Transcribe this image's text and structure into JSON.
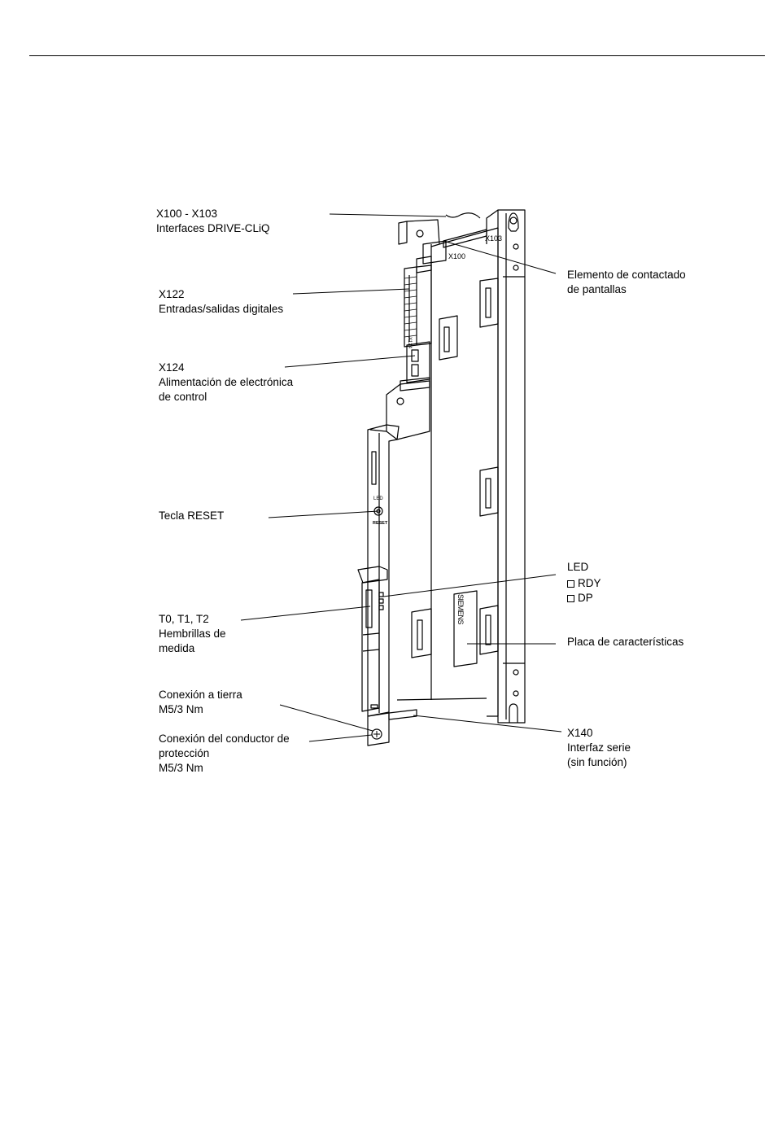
{
  "labels": {
    "drive_cliq": {
      "line1": "X100 - X103",
      "line2": "Interfaces DRIVE-CLiQ"
    },
    "x122": {
      "line1": "X122",
      "line2": "Entradas/salidas digitales"
    },
    "x124": {
      "line1": "X124",
      "line2": "Alimentación de electrónica",
      "line3": "de control"
    },
    "reset": {
      "line1": "Tecla RESET"
    },
    "test_sockets": {
      "line1": "T0, T1, T2",
      "line2": "Hembrillas de",
      "line3": "medida"
    },
    "ground": {
      "line1": "Conexión a tierra",
      "line2": "M5/3 Nm"
    },
    "protective": {
      "line1": "Conexión del conductor de",
      "line2": "protección",
      "line3": "M5/3 Nm"
    },
    "shield": {
      "line1": "Elemento de contactado",
      "line2": "de pantallas"
    },
    "led": {
      "title": "LED",
      "item1": "RDY",
      "item2": "DP"
    },
    "rating_plate": {
      "line1": "Placa de características"
    },
    "x140": {
      "line1": "X140",
      "line2": "Interfaz serie",
      "line3": "(sin función)"
    }
  },
  "device": {
    "x103": "X103",
    "x100": "X100",
    "x124_tag": "X124",
    "reset_tag": "RESET",
    "led_tag": "LED",
    "brand": "SIEMENS"
  }
}
